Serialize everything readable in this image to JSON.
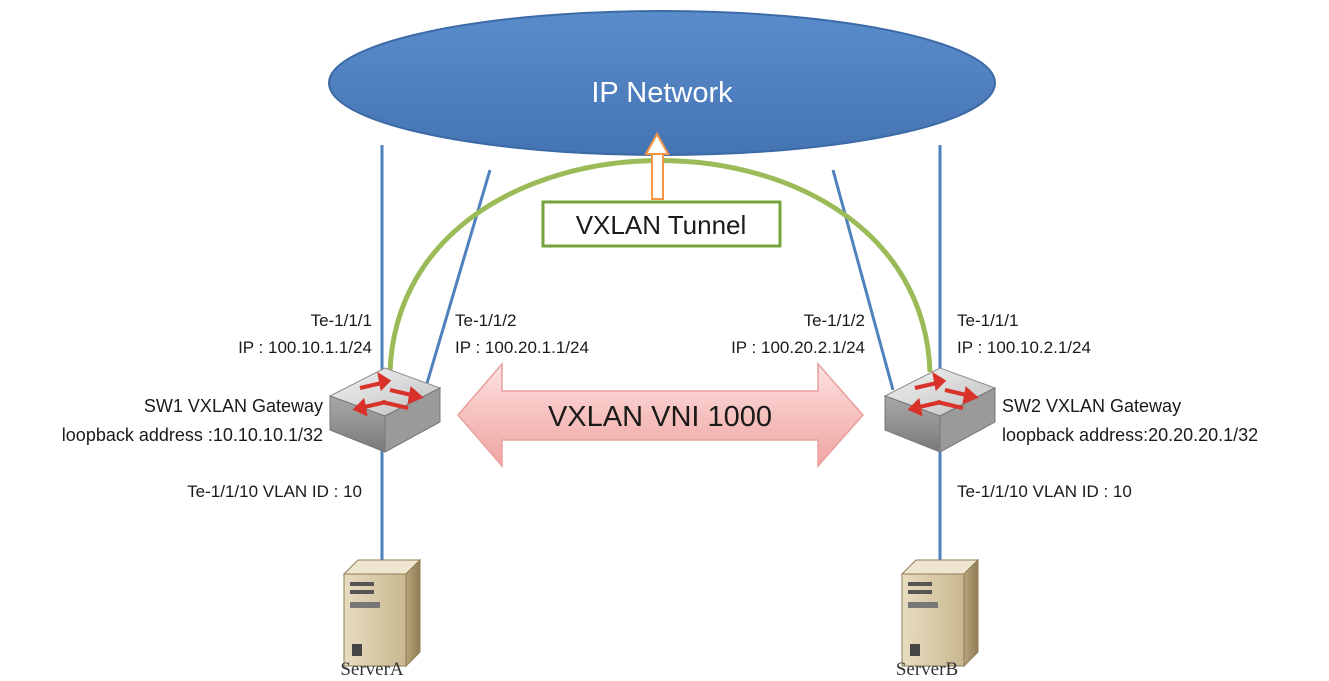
{
  "network": {
    "label": "IP Network"
  },
  "tunnel": {
    "label": "VXLAN Tunnel"
  },
  "vni": {
    "label": "VXLAN VNI 1000"
  },
  "sw1": {
    "port1_name": "Te-1/1/1",
    "port1_ip": "IP : 100.10.1.1/24",
    "port2_name": "Te-1/1/2",
    "port2_ip": "IP : 100.20.1.1/24",
    "name": "SW1 VXLAN Gateway",
    "loopback": "loopback address :10.10.10.1/32",
    "access_port": "Te-1/1/10  VLAN ID : 10"
  },
  "sw2": {
    "port1_name": "Te-1/1/1",
    "port1_ip": "IP : 100.10.2.1/24",
    "port2_name": "Te-1/1/2",
    "port2_ip": "IP : 100.20.2.1/24",
    "name": "SW2 VXLAN Gateway",
    "loopback": "loopback address:20.20.20.1/32",
    "access_port": "Te-1/1/10  VLAN ID : 10"
  },
  "serverA": {
    "label": "ServerA"
  },
  "serverB": {
    "label": "ServerB"
  },
  "colors": {
    "network_fill": "#4f81bd",
    "link": "#4f81bd",
    "tunnel_arc": "#9bbb59",
    "tunnel_box_border": "#77a33d",
    "arrow_fill": "#f4b6b4",
    "arrow_stroke": "#e8a09c",
    "up_arrow": "#f79646"
  }
}
